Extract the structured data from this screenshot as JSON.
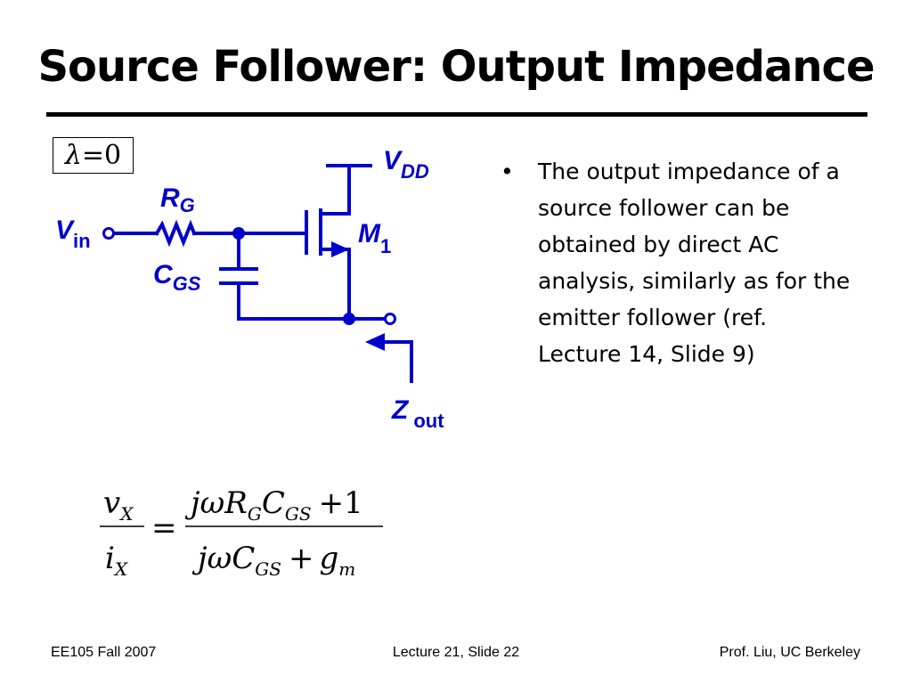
{
  "slide": {
    "title": "Source Follower: Output Impedance"
  },
  "condition": {
    "symbol": "λ",
    "operator": "=",
    "value": "0"
  },
  "circuit": {
    "vdd": {
      "main": "V",
      "sub": "DD"
    },
    "vin": {
      "main": "V",
      "sub": "in"
    },
    "rg": {
      "main": "R",
      "sub": "G"
    },
    "cgs": {
      "main": "C",
      "sub": "GS"
    },
    "m1": {
      "main": "M",
      "sub": "1"
    },
    "zout": {
      "main": "Z",
      "sub": "out"
    },
    "color": "#0000cc"
  },
  "bullet": {
    "marker": "•",
    "text": "The output impedance of a source follower can be obtained by direct AC analysis, similarly as for the emitter follower (ref. Lecture 14, Slide 9)"
  },
  "equation": {
    "lhs_num": "v",
    "lhs_num_sub": "X",
    "lhs_den": "i",
    "lhs_den_sub": "X",
    "eq": "=",
    "rhs_num_j": "j",
    "rhs_num_omega": "ω",
    "rhs_num_r": "R",
    "rhs_num_r_sub": "G",
    "rhs_num_c": "C",
    "rhs_num_c_sub": "GS",
    "rhs_num_plus": "+",
    "rhs_num_one": "1",
    "rhs_den_j": "j",
    "rhs_den_omega": "ω",
    "rhs_den_c": "C",
    "rhs_den_c_sub": "GS",
    "rhs_den_plus": "+",
    "rhs_den_g": "g",
    "rhs_den_g_sub": "m"
  },
  "footer": {
    "left": "EE105 Fall 2007",
    "center": "Lecture 21, Slide 22",
    "right": "Prof. Liu, UC Berkeley"
  }
}
